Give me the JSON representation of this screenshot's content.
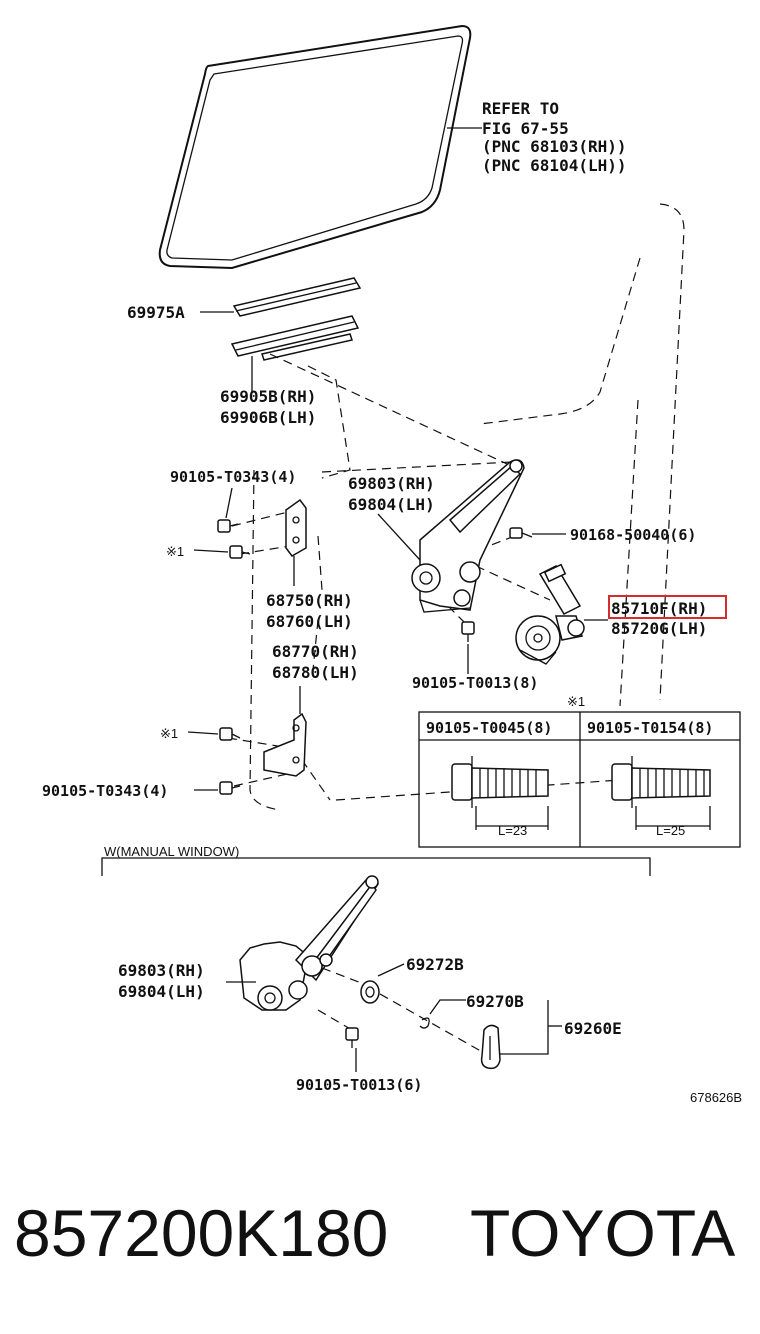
{
  "refer": {
    "line1": "REFER TO",
    "line2": "FIG 67-55",
    "line3": "(PNC 68103(RH))",
    "line4": "(PNC 68104(LH))"
  },
  "labels": {
    "p69975A": "69975A",
    "p69905B": "69905B(RH)",
    "p69906B": "69906B(LH)",
    "p90105_T0343_top": "90105-T0343(4)",
    "p69803_top": "69803(RH)",
    "p69804_top": "69804(LH)",
    "p90168": "90168-50040(6)",
    "mark1_a": "※1",
    "p68750": "68750(RH)",
    "p68760": "68760(LH)",
    "p85710F": "85710F(RH)",
    "p85720G": "85720G(LH)",
    "p68770": "68770(RH)",
    "p68780": "68780(LH)",
    "p90105_T0013_8": "90105-T0013(8)",
    "mark1_table": "※1",
    "mark1_b": "※1",
    "p90105_T0343_bottom": "90105-T0343(4)",
    "manual_window": "W(MANUAL WINDOW)",
    "p69803_bottom": "69803(RH)",
    "p69804_bottom": "69804(LH)",
    "p69272B": "69272B",
    "p69270B": "69270B",
    "p69260E": "69260E",
    "p90105_T0013_6": "90105-T0013(6)",
    "diagram_code": "678626B"
  },
  "table": {
    "col1_header": "90105-T0045(8)",
    "col2_header": "90105-T0154(8)",
    "col1_length": "L=23",
    "col2_length": "L=25"
  },
  "caption": {
    "part_number": "857200K180",
    "brand": "TOYOTA"
  },
  "highlight_color": "#d62c2c"
}
